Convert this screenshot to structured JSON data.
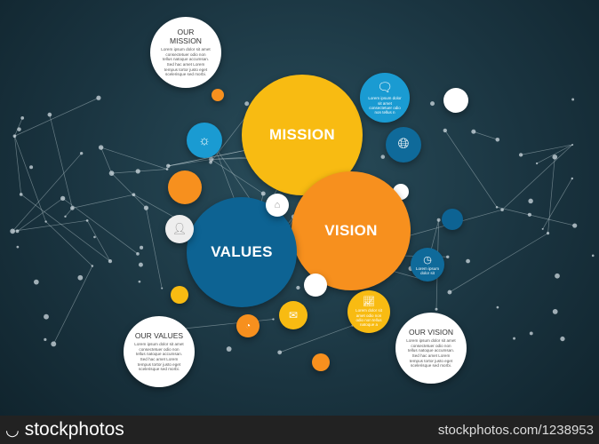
{
  "colors": {
    "yellow": "#f8bb12",
    "orange": "#f7901e",
    "blue": "#0d6393",
    "light_blue": "#1a9bd2",
    "background": "#1a3440"
  },
  "mission": {
    "label": "MISSION"
  },
  "vision": {
    "label": "VISION"
  },
  "values": {
    "label": "VALUES"
  },
  "our_mission": {
    "title": "OUR MISSION",
    "text": "Lorem ipsum dolor sit amet consectetuer odio non tellus natoque accumsan. Sed hac amet Lorem tempus tortor justo eget scelerisque sed morbi."
  },
  "our_values": {
    "title": "OUR VALUES",
    "text": "Lorem ipsum dolor sit amet consectetuer odio non tellus natoque accumsan. Sed hac amet Lorem tempus tortor justo eget scelerisque sed morbi."
  },
  "our_vision": {
    "title": "OUR VISION",
    "text": "Lorem ipsum dolor sit amet consectetuer odio non tellus natoque accumsan. Sed hac amet Lorem tempus tortor justo eget scelerisque sed morbi."
  },
  "icon_circles": {
    "chat": {
      "icon": "chat-bubbles-icon",
      "text": "Lorem ipsum dolor sit amet consectetuer odio non tellus n"
    },
    "clock": {
      "icon": "clock-icon",
      "text": "Lorem ipsum dolor sit"
    },
    "chart": {
      "icon": "line-chart-icon",
      "text": "Lorem dolor sit amet odio non odio non tellus natoque a"
    },
    "globe": {
      "icon": "globe-icon"
    },
    "lightbulb": {
      "icon": "lightbulb-icon"
    },
    "person": {
      "icon": "person-icon"
    },
    "home": {
      "icon": "home-icon"
    },
    "envelope": {
      "icon": "envelope-icon"
    },
    "pie": {
      "icon": "pie-chart-icon"
    }
  },
  "footer": {
    "brand": "stockphotos",
    "url": "stockphotos.com/1238953"
  }
}
